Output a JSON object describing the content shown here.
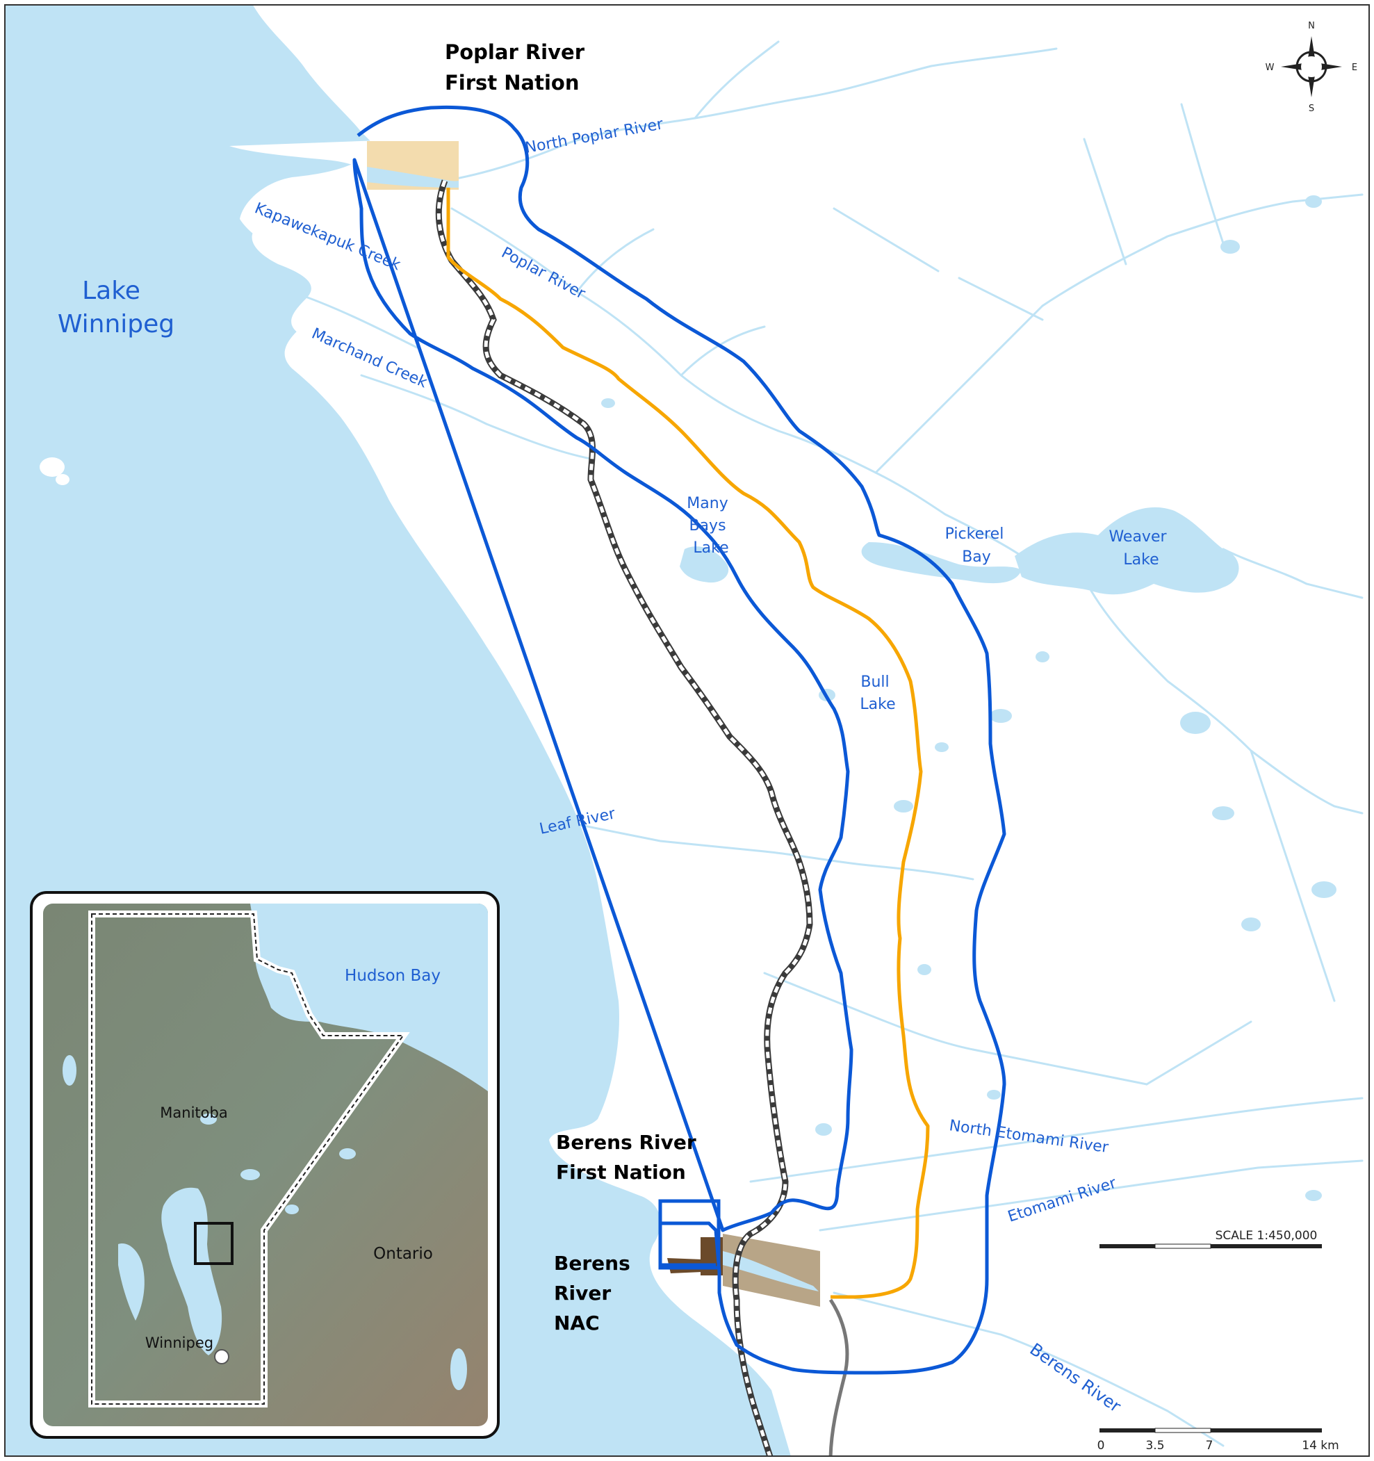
{
  "map": {
    "place_labels": {
      "poplar_line1": "Poplar River",
      "poplar_line2": "First Nation",
      "berens_fn_line1": "Berens River",
      "berens_fn_line2": "First Nation",
      "berens_nac_line1": "Berens",
      "berens_nac_line2": "River",
      "berens_nac_line3": "NAC"
    },
    "water_labels": {
      "lake_winnipeg_line1": "Lake",
      "lake_winnipeg_line2": "Winnipeg",
      "north_poplar_river": "North Poplar River",
      "kapawekapuk_creek": "Kapawekapuk Creek",
      "poplar_river": "Poplar River",
      "marchand_creek": "Marchand Creek",
      "many_bays_line1": "Many",
      "many_bays_line2": "Bays",
      "many_bays_line3": "Lake",
      "pickerel_line1": "Pickerel",
      "pickerel_line2": "Bay",
      "weaver_line1": "Weaver",
      "weaver_line2": "Lake",
      "bull_line1": "Bull",
      "bull_line2": "Lake",
      "leaf_river": "Leaf River",
      "north_etomami_river": "North Etomami River",
      "etomami_river": "Etomami River",
      "berens_river": "Berens River"
    },
    "compass": {
      "n": "N",
      "s": "S",
      "e": "E",
      "w": "W"
    },
    "scale": {
      "title": "SCALE 1:450,000",
      "ticks": [
        "0",
        "3.5",
        "7",
        "14 km"
      ]
    },
    "inset": {
      "hudson_bay": "Hudson Bay",
      "manitoba": "Manitoba",
      "ontario": "Ontario",
      "winnipeg": "Winnipeg"
    },
    "colors": {
      "water": "#bfe3f5",
      "land": "#ffffff",
      "study_area_boundary": "#0b58d6",
      "proposed_route": "#f7a600",
      "winter_road": "#3a3a3a",
      "reserve_poplar": "#f3dcae",
      "reserve_berens": "#b8a587",
      "label_water": "#1f5fd1",
      "inset_land": "#7d8c7a",
      "inset_water": "#bfe3f5"
    }
  }
}
